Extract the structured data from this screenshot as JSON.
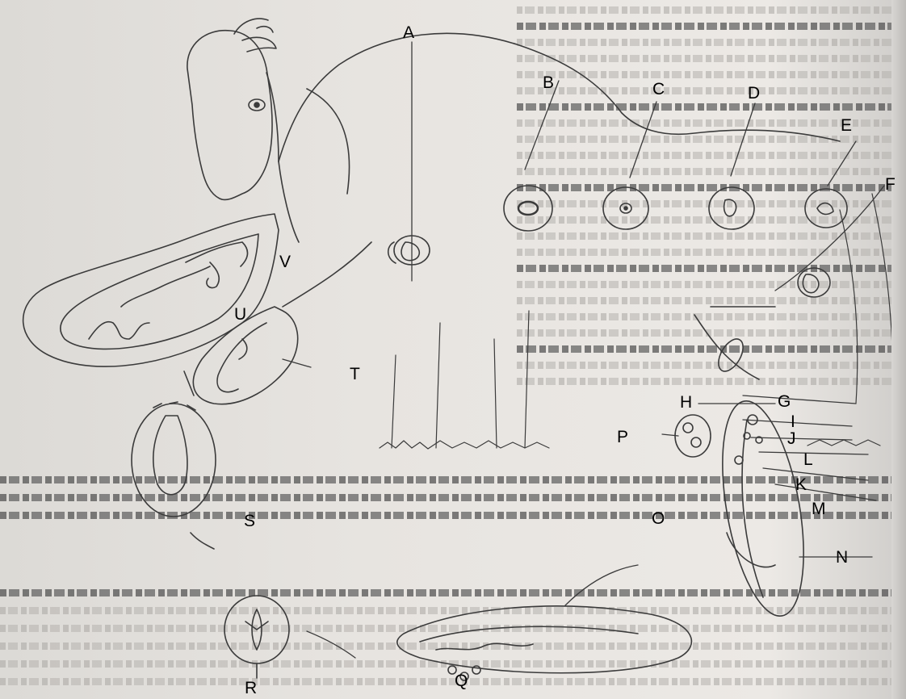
{
  "labels": {
    "A": "A",
    "B": "B",
    "C": "C",
    "D": "D",
    "E": "E",
    "F": "F",
    "G": "G",
    "H": "H",
    "I": "I",
    "J": "J",
    "K": "K",
    "L": "L",
    "M": "M",
    "N": "N",
    "O": "O",
    "P": "P",
    "Q": "Q",
    "R": "R",
    "S": "S",
    "T": "T",
    "U": "U",
    "V": "V"
  },
  "colors": {
    "ink": "#3b3b3b",
    "paper": "#e6e3df",
    "label": "#000000"
  }
}
